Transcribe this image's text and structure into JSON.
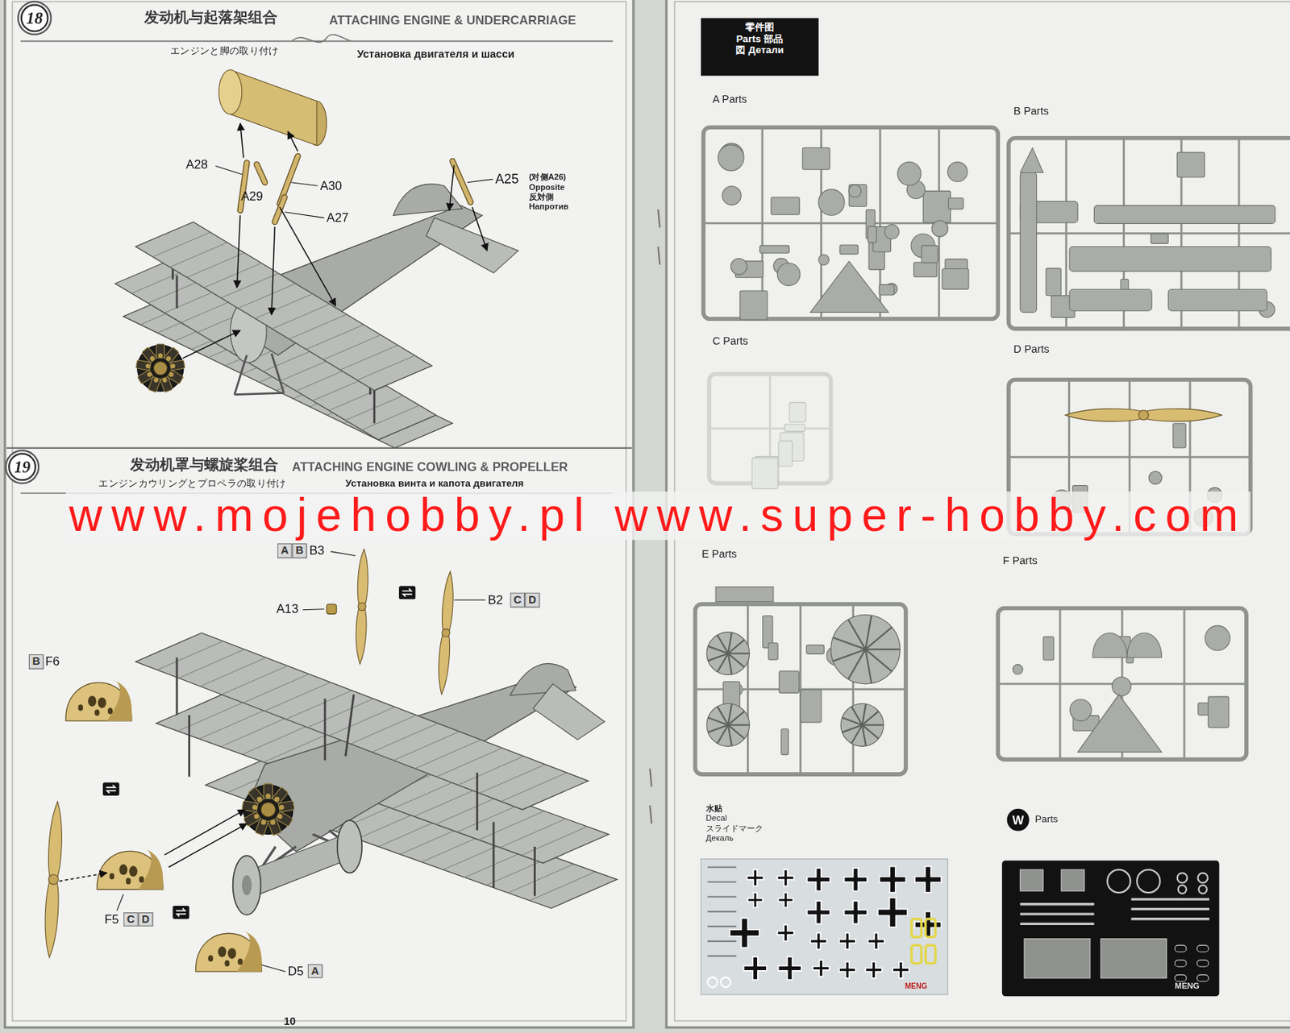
{
  "diagram": {
    "nodes": [
      {
        "text": [
          "18"
        ]
      },
      {
        "text": [
          "19"
        ]
      },
      {
        "text": [
          "A"
        ]
      },
      {
        "text": [
          "B"
        ]
      },
      {
        "text": [
          "C"
        ]
      },
      {
        "text": [
          "D"
        ]
      },
      {
        "text": [
          "B"
        ]
      },
      {
        "text": [
          "C"
        ]
      },
      {
        "text": [
          "D"
        ]
      },
      {
        "text": [
          "A"
        ]
      },
      {
        "text": [
          "零件图 Parts 部品図 Детали"
        ]
      },
      {
        "text": [
          "W",
          "Parts"
        ]
      }
    ],
    "labels": [
      "发动机与起落架组合",
      "ATTACHING ENGINE & UNDERCARRIAGE",
      "エンジンと脚の取り付け",
      "Установка двигателя и шасси",
      "A28",
      "A29",
      "A30",
      "A27",
      "A25",
      "(对侧A26)",
      "Opposite",
      "反対側",
      "Напротив",
      "发动机罩与螺旋桨组合",
      "ATTACHING ENGINE COWLING & PROPELLER",
      "エンジンカウリングとプロペラの取り付け",
      "Установка винта и капота двигателя",
      "B3",
      "A13",
      "B2",
      "F6",
      "F5",
      "D5",
      "10",
      "A Parts",
      "B Parts",
      "C Parts",
      "D Parts",
      "E Parts",
      "F Parts",
      "水贴",
      "Decal",
      "スライドマーク",
      "Декаль",
      "MENG",
      "MENG",
      "www.mojehobby.pl www.super-hobby.com"
    ]
  }
}
